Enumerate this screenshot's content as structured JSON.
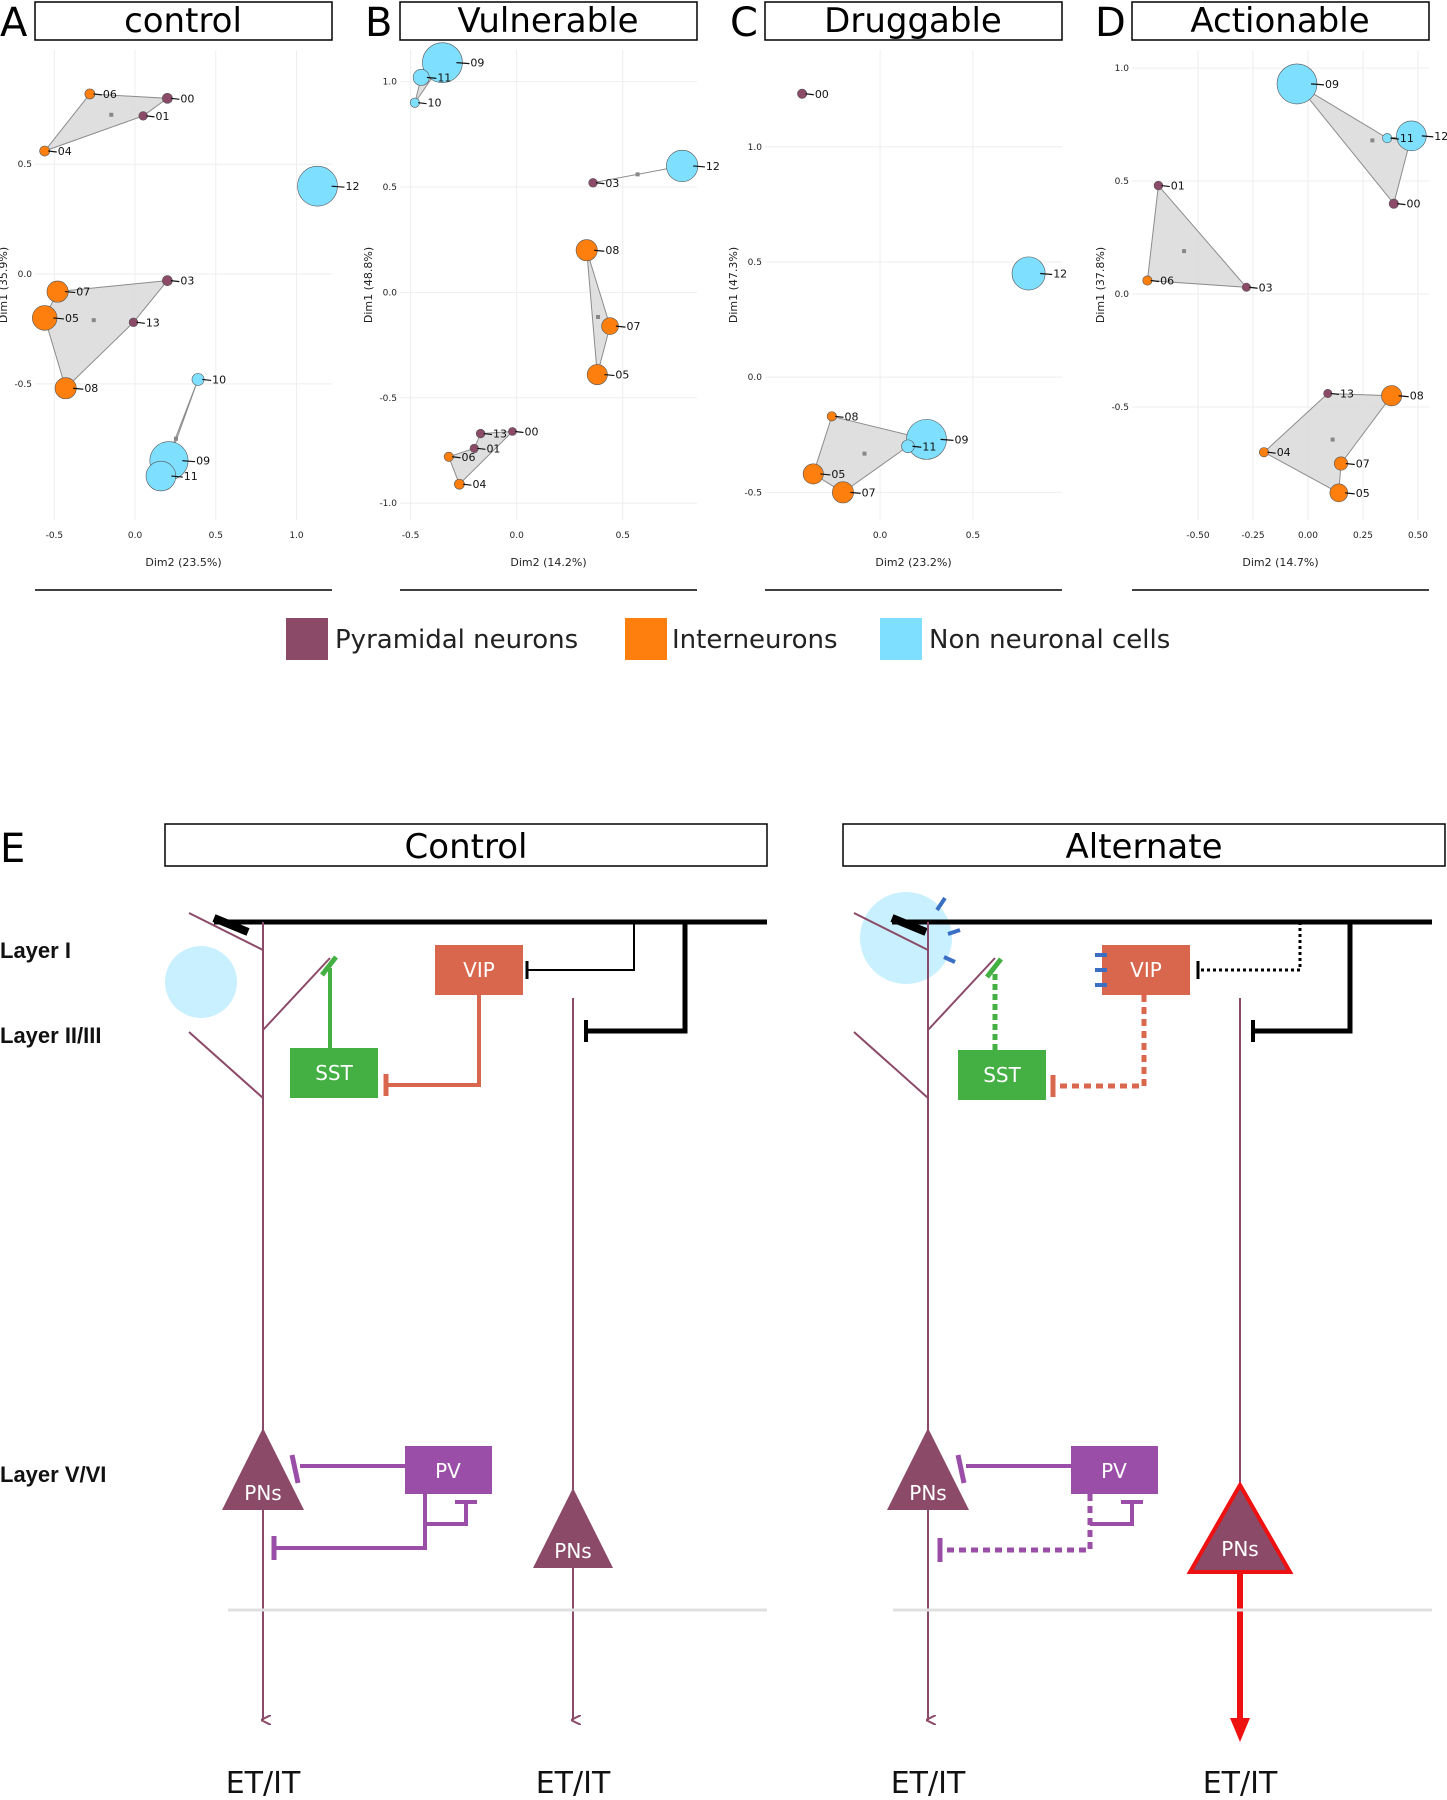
{
  "colors": {
    "pyramidal": "#8b4a68",
    "interneuron": "#ff7f0e",
    "non_neuronal": "#7fdfff",
    "hull_fill": "#d9d9d9",
    "hull_stroke": "#8c8c8c",
    "sst": "#44b044",
    "vip": "#d9674e",
    "pv": "#9b4ea8",
    "pn": "#8b4a68",
    "astro": "#c8f0ff",
    "blue_marks": "#3a6fc4",
    "output_red": "#ee1111",
    "layer_line": "#e0e0e0"
  },
  "legend": {
    "pyramidal": "Pyramidal neurons",
    "interneuron": "Interneurons",
    "non_neuronal": "Non neuronal cells"
  },
  "chart_data": [
    {
      "type": "scatter",
      "panel": "A",
      "title": "control",
      "xlabel": "Dim2 (23.5%)",
      "ylabel": "Dim1 (35.9%)",
      "xlim": [
        -0.62,
        1.22
      ],
      "ylim": [
        -1.12,
        1.02
      ],
      "xticks": [
        "-0.5",
        "0.0",
        "0.5",
        "1.0"
      ],
      "xtick_values": [
        -0.5,
        0.0,
        0.5,
        1.0
      ],
      "yticks": [
        "0.5",
        "0.0",
        "-0.5"
      ],
      "ytick_values": [
        0.5,
        0.0,
        -0.5
      ],
      "points": [
        {
          "id": "00",
          "x": 0.2,
          "y": 0.8,
          "type": "pyramidal",
          "size": 0.12
        },
        {
          "id": "01",
          "x": 0.05,
          "y": 0.72,
          "type": "pyramidal",
          "size": 0.08
        },
        {
          "id": "06",
          "x": -0.28,
          "y": 0.82,
          "type": "interneuron",
          "size": 0.12
        },
        {
          "id": "04",
          "x": -0.56,
          "y": 0.56,
          "type": "interneuron",
          "size": 0.12
        },
        {
          "id": "12",
          "x": 1.13,
          "y": 0.4,
          "type": "non_neuronal",
          "size": 1.0
        },
        {
          "id": "03",
          "x": 0.2,
          "y": -0.03,
          "type": "pyramidal",
          "size": 0.12
        },
        {
          "id": "07",
          "x": -0.48,
          "y": -0.08,
          "type": "interneuron",
          "size": 0.45
        },
        {
          "id": "13",
          "x": -0.01,
          "y": -0.22,
          "type": "pyramidal",
          "size": 0.08
        },
        {
          "id": "05",
          "x": -0.56,
          "y": -0.2,
          "type": "interneuron",
          "size": 0.55
        },
        {
          "id": "08",
          "x": -0.43,
          "y": -0.52,
          "type": "interneuron",
          "size": 0.45
        },
        {
          "id": "10",
          "x": 0.39,
          "y": -0.48,
          "type": "non_neuronal",
          "size": 0.18
        },
        {
          "id": "09",
          "x": 0.21,
          "y": -0.85,
          "type": "non_neuronal",
          "size": 0.95
        },
        {
          "id": "11",
          "x": 0.16,
          "y": -0.92,
          "type": "non_neuronal",
          "size": 0.7
        }
      ],
      "clusters": [
        [
          "00",
          "01",
          "06",
          "04"
        ],
        [
          "03",
          "07",
          "13",
          "05",
          "08"
        ],
        [
          "10",
          "09",
          "11"
        ]
      ]
    },
    {
      "type": "scatter",
      "panel": "B",
      "title": "Vulnerable",
      "xlabel": "Dim2 (14.2%)",
      "ylabel": "Dim1 (48.8%)",
      "xlim": [
        -0.55,
        0.85
      ],
      "ylim": [
        -1.08,
        1.15
      ],
      "xticks": [
        "-0.5",
        "0.0",
        "0.5"
      ],
      "xtick_values": [
        -0.5,
        0.0,
        0.5
      ],
      "yticks": [
        "1.0",
        "0.5",
        "0.0",
        "-0.5",
        "-1.0"
      ],
      "ytick_values": [
        1.0,
        0.5,
        0.0,
        -0.5,
        -1.0
      ],
      "points": [
        {
          "id": "09",
          "x": -0.35,
          "y": 1.09,
          "type": "non_neuronal",
          "size": 1.0
        },
        {
          "id": "11",
          "x": -0.45,
          "y": 1.02,
          "type": "non_neuronal",
          "size": 0.3
        },
        {
          "id": "10",
          "x": -0.48,
          "y": 0.9,
          "type": "non_neuronal",
          "size": 0.1
        },
        {
          "id": "12",
          "x": 0.78,
          "y": 0.6,
          "type": "non_neuronal",
          "size": 0.75
        },
        {
          "id": "03",
          "x": 0.36,
          "y": 0.52,
          "type": "pyramidal",
          "size": 0.08
        },
        {
          "id": "08",
          "x": 0.33,
          "y": 0.2,
          "type": "interneuron",
          "size": 0.45
        },
        {
          "id": "07",
          "x": 0.44,
          "y": -0.16,
          "type": "interneuron",
          "size": 0.32
        },
        {
          "id": "05",
          "x": 0.38,
          "y": -0.39,
          "type": "interneuron",
          "size": 0.42
        },
        {
          "id": "13",
          "x": -0.17,
          "y": -0.67,
          "type": "pyramidal",
          "size": 0.08
        },
        {
          "id": "00",
          "x": -0.02,
          "y": -0.66,
          "type": "pyramidal",
          "size": 0.06
        },
        {
          "id": "01",
          "x": -0.2,
          "y": -0.74,
          "type": "pyramidal",
          "size": 0.07
        },
        {
          "id": "06",
          "x": -0.32,
          "y": -0.78,
          "type": "interneuron",
          "size": 0.1
        },
        {
          "id": "04",
          "x": -0.27,
          "y": -0.91,
          "type": "interneuron",
          "size": 0.12
        }
      ],
      "clusters": [
        [
          "09",
          "11",
          "10"
        ],
        [
          "12",
          "03"
        ],
        [
          "08",
          "07",
          "05"
        ],
        [
          "13",
          "00",
          "01",
          "06",
          "04"
        ]
      ]
    },
    {
      "type": "scatter",
      "panel": "C",
      "title": "Druggable",
      "xlabel": "Dim2 (23.2%)",
      "ylabel": "Dim1 (47.3%)",
      "xlim": [
        -0.62,
        0.98
      ],
      "ylim": [
        -0.62,
        1.42
      ],
      "xticks": [
        "0.0",
        "0.5"
      ],
      "xtick_values": [
        0.0,
        0.5
      ],
      "yticks": [
        "1.0",
        "0.5",
        "0.0",
        "-0.5"
      ],
      "yticks_unused": [],
      "ytick_values": [
        1.0,
        0.5,
        0.0,
        -0.5
      ],
      "points": [
        {
          "id": "00",
          "x": -0.42,
          "y": 1.23,
          "type": "pyramidal",
          "size": 0.1
        },
        {
          "id": "12",
          "x": 0.8,
          "y": 0.45,
          "type": "non_neuronal",
          "size": 0.8
        },
        {
          "id": "08",
          "x": -0.26,
          "y": -0.17,
          "type": "interneuron",
          "size": 0.1
        },
        {
          "id": "09",
          "x": 0.25,
          "y": -0.27,
          "type": "non_neuronal",
          "size": 1.0
        },
        {
          "id": "11",
          "x": 0.15,
          "y": -0.3,
          "type": "non_neuronal",
          "size": 0.2
        },
        {
          "id": "05",
          "x": -0.36,
          "y": -0.42,
          "type": "interneuron",
          "size": 0.42
        },
        {
          "id": "07",
          "x": -0.2,
          "y": -0.5,
          "type": "interneuron",
          "size": 0.45
        }
      ],
      "clusters": [
        [
          "08",
          "09",
          "11",
          "05",
          "07"
        ]
      ]
    },
    {
      "type": "scatter",
      "panel": "D",
      "title": "Actionable",
      "xlabel": "Dim2 (14.7%)",
      "ylabel": "Dim1 (37.8%)",
      "xlim": [
        -0.8,
        0.55
      ],
      "ylim": [
        -1.0,
        1.08
      ],
      "xticks": [
        "-0.50",
        "-0.25",
        "0.00",
        "0.25",
        "0.50"
      ],
      "xtick_values": [
        -0.5,
        -0.25,
        0.0,
        0.25,
        0.5
      ],
      "yticks": [
        "1.0",
        "0.5",
        "0.0",
        "-0.5"
      ],
      "ytick_values": [
        1.0,
        0.5,
        0.0,
        -0.5
      ],
      "points": [
        {
          "id": "09",
          "x": -0.05,
          "y": 0.93,
          "type": "non_neuronal",
          "size": 1.0
        },
        {
          "id": "12",
          "x": 0.47,
          "y": 0.7,
          "type": "non_neuronal",
          "size": 0.7
        },
        {
          "id": "11",
          "x": 0.36,
          "y": 0.69,
          "type": "non_neuronal",
          "size": 0.1
        },
        {
          "id": "00",
          "x": 0.39,
          "y": 0.4,
          "type": "pyramidal",
          "size": 0.1
        },
        {
          "id": "01",
          "x": -0.68,
          "y": 0.48,
          "type": "pyramidal",
          "size": 0.08
        },
        {
          "id": "06",
          "x": -0.73,
          "y": 0.06,
          "type": "interneuron",
          "size": 0.1
        },
        {
          "id": "03",
          "x": -0.28,
          "y": 0.03,
          "type": "pyramidal",
          "size": 0.07
        },
        {
          "id": "13",
          "x": 0.09,
          "y": -0.44,
          "type": "pyramidal",
          "size": 0.07
        },
        {
          "id": "08",
          "x": 0.38,
          "y": -0.45,
          "type": "interneuron",
          "size": 0.42
        },
        {
          "id": "04",
          "x": -0.2,
          "y": -0.7,
          "type": "interneuron",
          "size": 0.1
        },
        {
          "id": "07",
          "x": 0.15,
          "y": -0.75,
          "type": "interneuron",
          "size": 0.22
        },
        {
          "id": "05",
          "x": 0.14,
          "y": -0.88,
          "type": "interneuron",
          "size": 0.35
        }
      ],
      "clusters": [
        [
          "09",
          "12",
          "11",
          "00"
        ],
        [
          "01",
          "06",
          "03"
        ],
        [
          "13",
          "08",
          "04",
          "07",
          "05"
        ]
      ]
    }
  ],
  "panels": {
    "A": {
      "letter": "A",
      "title": "control"
    },
    "B": {
      "letter": "B",
      "title": "Vulnerable"
    },
    "C": {
      "letter": "C",
      "title": "Druggable"
    },
    "D": {
      "letter": "D",
      "title": "Actionable"
    },
    "E": {
      "letter": "E"
    }
  },
  "circuit": {
    "control_title": "Control",
    "alternate_title": "Alternate",
    "layers": [
      "Layer I",
      "Layer II/III",
      "Layer V/VI"
    ],
    "cells": {
      "vip": "VIP",
      "sst": "SST",
      "pv": "PV",
      "pn": "PNs"
    },
    "output": "ET/IT"
  }
}
